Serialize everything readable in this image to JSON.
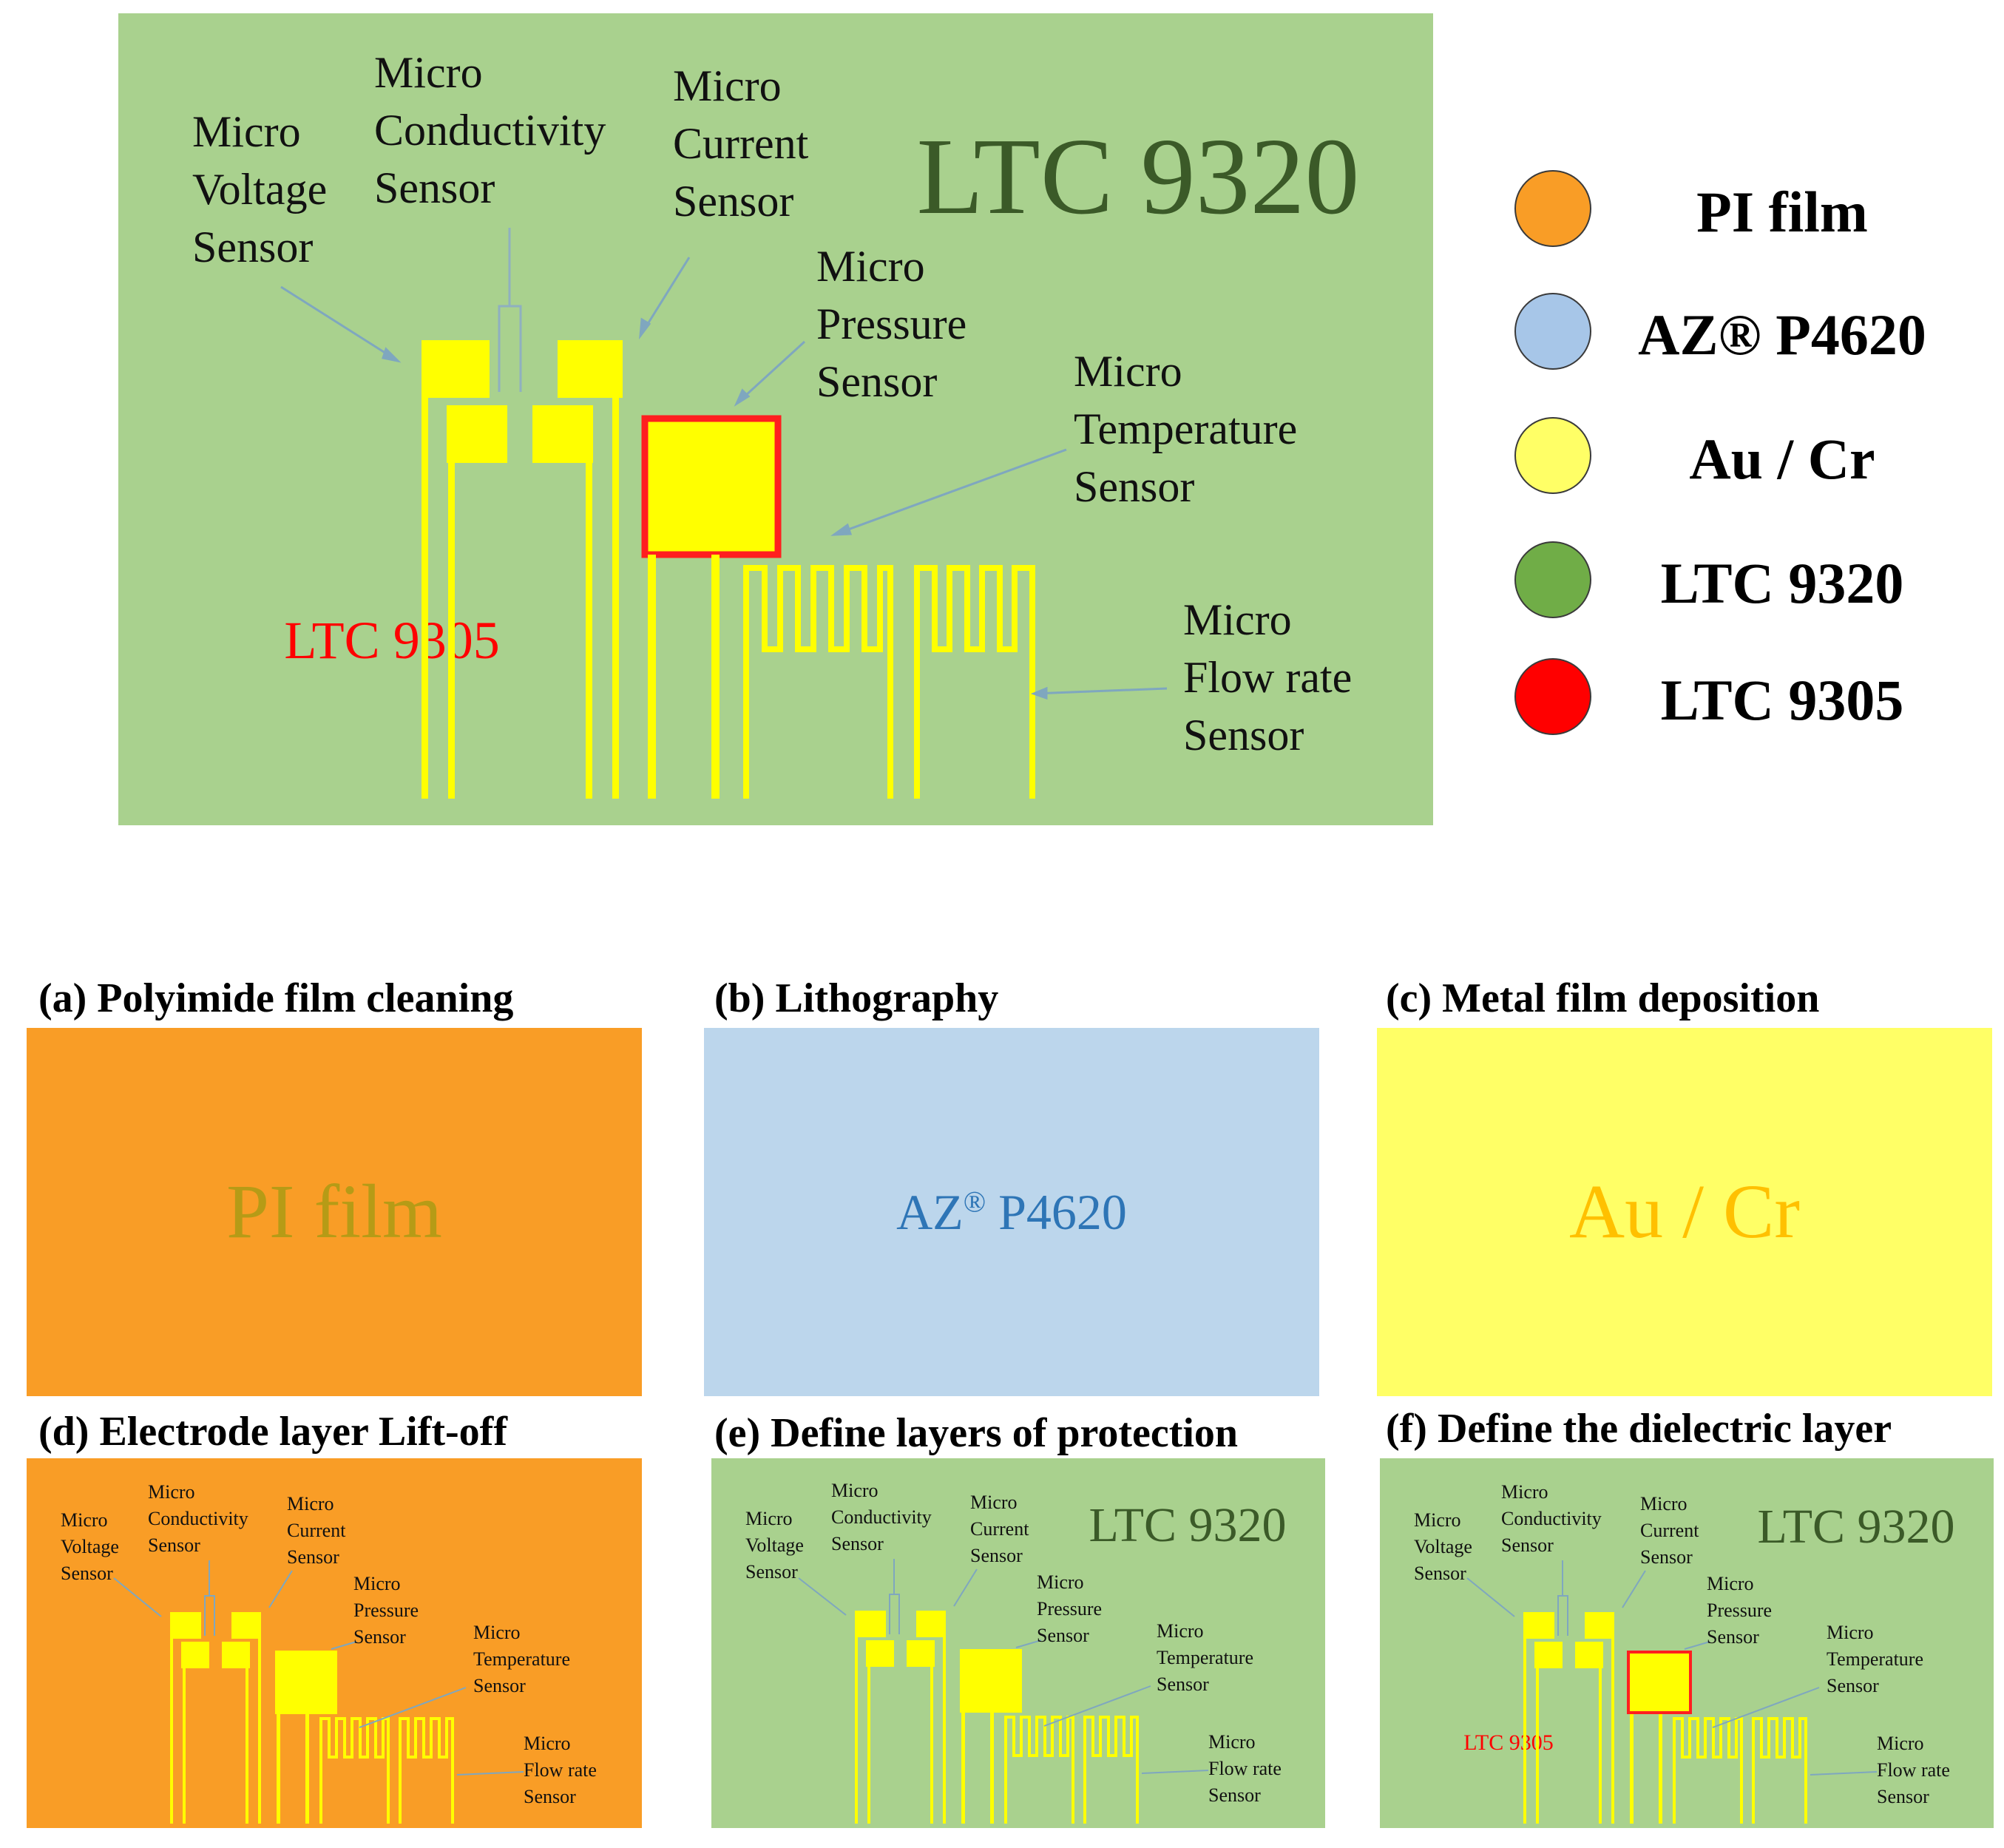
{
  "colors": {
    "pi_film": "#f99d26",
    "az_p4620": "#bcd6ec",
    "au_cr": "#ffff66",
    "ltc_9320": "#a9d18e",
    "ltc_9305": "#ff0000",
    "electrode": "#ffff00",
    "arrow": "#7fa7bf",
    "ltc_9320_text": "#3b5a28",
    "pi_text": "#b69b16",
    "az_text": "#2e75b6",
    "au_text": "#ffc000"
  },
  "main_diagram": {
    "title": "LTC 9320",
    "dielectric_label": "LTC 9305",
    "sensors": {
      "voltage": [
        "Micro",
        "Voltage",
        "Sensor"
      ],
      "conductivity": [
        "Micro",
        "Conductivity",
        "Sensor"
      ],
      "current": [
        "Micro",
        "Current",
        "Sensor"
      ],
      "pressure": [
        "Micro",
        "Pressure",
        "Sensor"
      ],
      "temperature": [
        "Micro",
        "Temperature",
        "Sensor"
      ],
      "flow": [
        "Micro",
        "Flow rate",
        "Sensor"
      ]
    }
  },
  "legend": [
    {
      "label": "PI film",
      "color": "#f99d26"
    },
    {
      "label": "AZ® P4620",
      "color": "#a7c6e8"
    },
    {
      "label": "Au / Cr",
      "color": "#ffff66"
    },
    {
      "label": "LTC 9320",
      "color": "#70ad47"
    },
    {
      "label": "LTC 9305",
      "color": "#ff0000"
    }
  ],
  "steps": [
    {
      "title": "(a) Polyimide film cleaning",
      "label": "PI film"
    },
    {
      "title": "(b) Lithography",
      "label": "AZ",
      "label_sup": "®",
      "label_rest": " P4620"
    },
    {
      "title": "(c) Metal film deposition",
      "label": "Au / Cr"
    },
    {
      "title": "(d) Electrode layer Lift-off"
    },
    {
      "title": "(e) Define layers of protection",
      "overlay_title": "LTC 9320"
    },
    {
      "title": "(f) Define the dielectric layer",
      "overlay_title": "LTC 9320",
      "dielectric_label": "LTC 9305"
    }
  ]
}
